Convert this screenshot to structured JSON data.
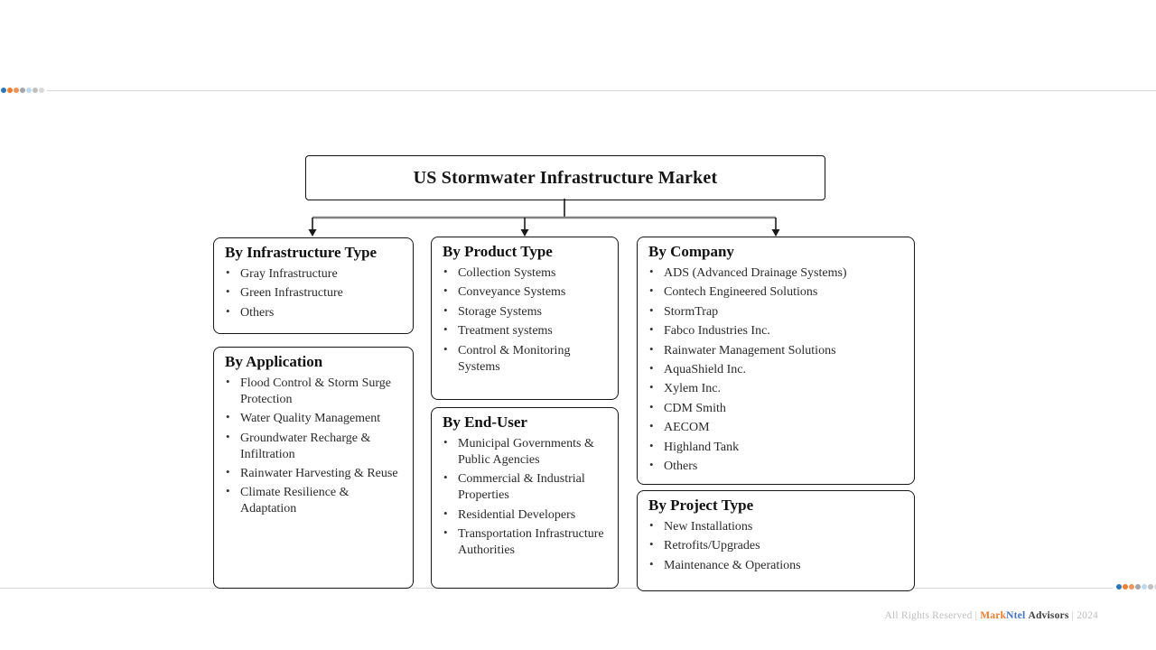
{
  "title": "US Stormwater Infrastructure Market",
  "sections": [
    {
      "id": "infrastructure-type",
      "heading": "By Infrastructure Type",
      "items": [
        "Gray Infrastructure",
        "Green Infrastructure",
        "Others"
      ]
    },
    {
      "id": "application",
      "heading": "By Application",
      "items": [
        "Flood Control & Storm Surge Protection",
        "Water Quality Management",
        "Groundwater Recharge & Infiltration",
        "Rainwater Harvesting & Reuse",
        "Climate Resilience & Adaptation"
      ]
    },
    {
      "id": "product-type",
      "heading": "By Product Type",
      "items": [
        "Collection Systems",
        "Conveyance Systems",
        "Storage Systems",
        "Treatment systems",
        "Control & Monitoring Systems"
      ]
    },
    {
      "id": "end-user",
      "heading": "By End-User",
      "items": [
        "Municipal Governments & Public Agencies",
        "Commercial & Industrial Properties",
        "Residential Developers",
        "Transportation Infrastructure Authorities"
      ]
    },
    {
      "id": "company",
      "heading": "By Company",
      "items": [
        "ADS (Advanced Drainage Systems)",
        "Contech Engineered Solutions",
        "StormTrap",
        "Fabco Industries Inc.",
        "Rainwater Management Solutions",
        "AquaShield Inc.",
        "Xylem Inc.",
        "CDM Smith",
        "AECOM",
        "Highland Tank",
        "Others"
      ]
    },
    {
      "id": "project-type",
      "heading": "By Project Type",
      "items": [
        "New Installations",
        "Retrofits/Upgrades",
        "Maintenance & Operations"
      ]
    }
  ],
  "footer": {
    "rights": "All Rights Reserved",
    "separator": "|",
    "brand_mark": "Mark",
    "brand_ntel": "Ntel",
    "brand_advisors": "Advisors",
    "year": "2024"
  },
  "decor": {
    "dot_colors": [
      "#2E75B6",
      "#ED7D31",
      "#F0945A",
      "#A6A6A6",
      "#BDD7EE",
      "#BFBFBF",
      "#D9D9D9"
    ]
  },
  "colors": {
    "brand_orange": "#ED7D31",
    "brand_blue": "#4472C4",
    "advisors_dark": "#3f3f3f",
    "footer_gray": "#BFBFBF",
    "box_border": "#161616",
    "connector_gray": "#808080",
    "rule_gray": "#D8D8D8"
  }
}
